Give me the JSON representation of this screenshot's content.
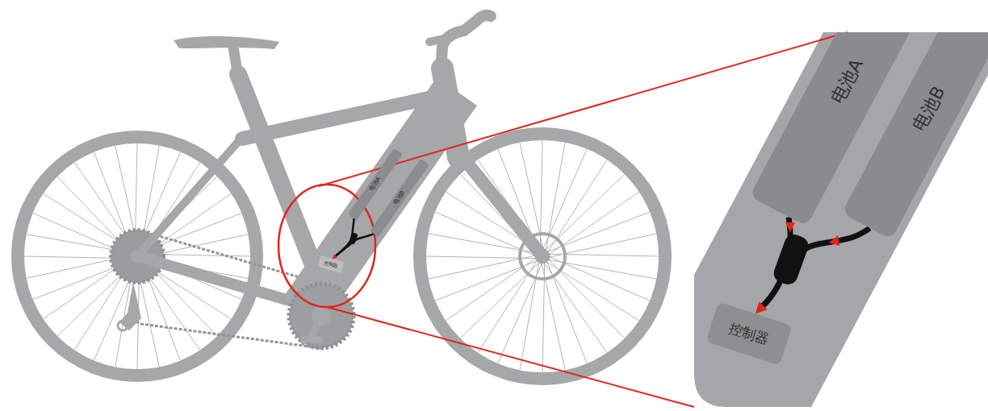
{
  "diagram": {
    "nodes": [
      {
        "text": [
          "电池A"
        ]
      },
      {
        "text": [
          "电池B"
        ]
      },
      {
        "text": [
          "控制器"
        ]
      },
      {
        "text": [
          "电池A"
        ]
      },
      {
        "text": [
          "电池B"
        ]
      },
      {
        "text": [
          "控制器"
        ]
      }
    ],
    "edges": [
      {
        "from": 0,
        "to": 2,
        "arrow": "to"
      },
      {
        "from": 1,
        "to": 2,
        "arrow": "to"
      },
      {
        "from": 3,
        "to": 5,
        "arrow": "to"
      },
      {
        "from": 4,
        "to": 5,
        "arrow": "to"
      }
    ]
  }
}
